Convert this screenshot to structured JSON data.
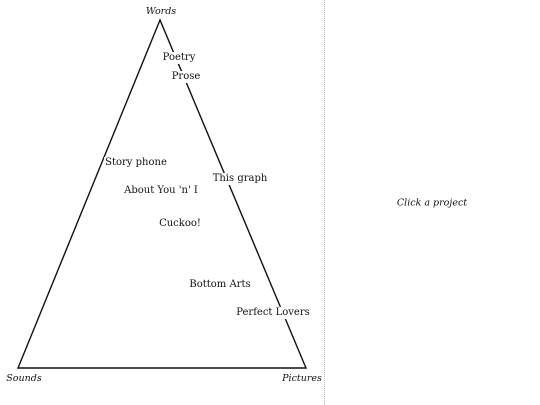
{
  "corners": {
    "top": "Words",
    "left": "Sounds",
    "right": "Pictures"
  },
  "projects": [
    {
      "label": "Poetry"
    },
    {
      "label": "Prose"
    },
    {
      "label": "Story phone"
    },
    {
      "label": "This graph"
    },
    {
      "label": "About You 'n' I"
    },
    {
      "label": "Cuckoo!"
    },
    {
      "label": "Bottom Arts"
    },
    {
      "label": "Perfect Lovers"
    }
  ],
  "detail_panel": {
    "hint": "Click a project"
  }
}
